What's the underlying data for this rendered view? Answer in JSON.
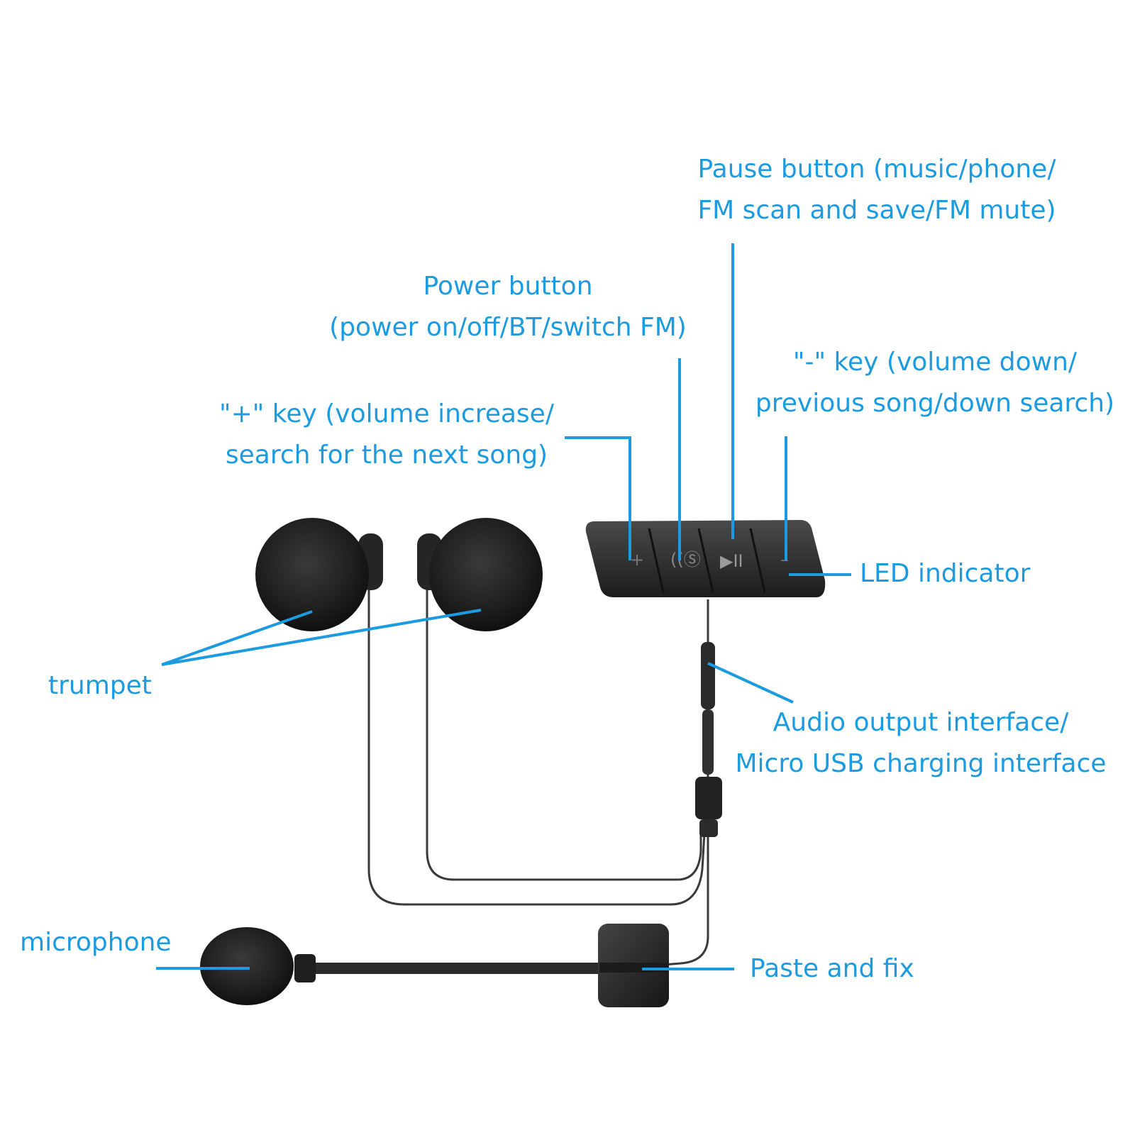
{
  "labels": {
    "pause_line1": "Pause button (music/phone/",
    "pause_line2": "FM scan and save/FM mute)",
    "power_line1": "Power button",
    "power_line2": "(power on/off/BT/switch FM)",
    "minus_line1": "\"-\" key (volume down/",
    "minus_line2": "previous song/down search)",
    "plus_line1": "\"+\" key (volume increase/",
    "plus_line2": "search for the next song)",
    "led": "LED indicator",
    "trumpet": "trumpet",
    "audio_line1": "Audio output interface/",
    "audio_line2": "Micro USB charging interface",
    "microphone": "microphone",
    "paste": "Paste and fix"
  },
  "control_unit": {
    "button_glyphs": [
      "+",
      "((Ⓢ",
      "▶II",
      "–"
    ]
  },
  "colors": {
    "label": "#1c9be0",
    "device": "#2b2b2b",
    "cable": "#3a3a3a"
  }
}
